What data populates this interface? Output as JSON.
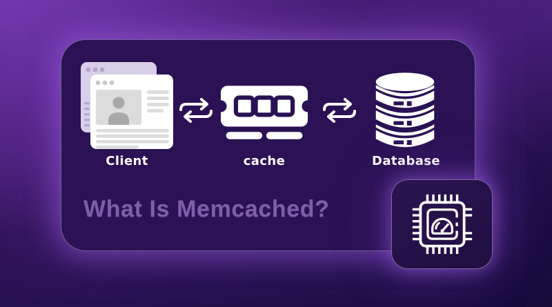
{
  "title": "What Is Memcached?",
  "diagram": {
    "nodes": [
      {
        "id": "client",
        "label": "Client",
        "icon": "browser-windows-icon"
      },
      {
        "id": "cache",
        "label": "cache",
        "icon": "ram-icon"
      },
      {
        "id": "database",
        "label": "Database",
        "icon": "database-icon"
      }
    ],
    "connections": [
      {
        "from": "client",
        "to": "cache",
        "direction": "bidirectional",
        "icon": "swap-arrows-icon"
      },
      {
        "from": "cache",
        "to": "database",
        "direction": "bidirectional",
        "icon": "swap-arrows-icon"
      }
    ]
  },
  "badge": {
    "icon": "cpu-gauge-icon"
  },
  "colors": {
    "background_top": "#4e2278",
    "background_bottom": "#140b38",
    "card": "#2a1254",
    "card_border": "#cdc0e6",
    "glow": "#a062e8",
    "title_text": "#7d5fa9",
    "label_text": "#ffffff",
    "icon_white": "#ffffff",
    "icon_lavender": "#d8cfe8",
    "icon_gray": "#dcdcdc",
    "icon_dark_gray": "#a9a9a9"
  }
}
